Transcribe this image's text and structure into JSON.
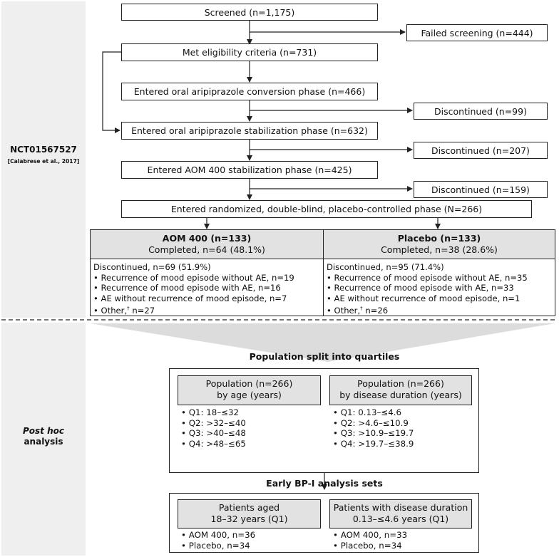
{
  "sidebar": {
    "trial_id": "NCT01567527",
    "citation": "[Calabrese et al., 2017]",
    "posthoc_line1": "Post hoc",
    "posthoc_line2": "analysis"
  },
  "flow": {
    "screened": "Screened (n=1,175)",
    "failed_screening": "Failed screening (n=444)",
    "eligible": "Met eligibility criteria (n=731)",
    "conversion": "Entered oral aripiprazole conversion phase (n=466)",
    "disc_conversion": "Discontinued (n=99)",
    "stabilization": "Entered oral aripiprazole stabilization phase (n=632)",
    "disc_stabilization": "Discontinued (n=207)",
    "aom_stabilization": "Entered AOM 400 stabilization phase (n=425)",
    "disc_aom": "Discontinued (n=159)",
    "randomized": "Entered randomized, double-blind, placebo-controlled phase (N=266)"
  },
  "arms": {
    "aom": {
      "title": "AOM 400 (n=133)",
      "completed": "Completed, n=64 (48.1%)",
      "discontinued": "Discontinued, n=69 (51.9%)",
      "items": [
        "• Recurrence of mood episode without AE, n=19",
        "• Recurrence of mood episode with AE, n=16",
        "• AE without recurrence of mood episode, n=7"
      ],
      "other_pre": "• Other,",
      "other_mark": "†",
      "other_post": " n=27"
    },
    "placebo": {
      "title": "Placebo (n=133)",
      "completed": "Completed, n=38 (28.6%)",
      "discontinued": "Discontinued, n=95 (71.4%)",
      "items": [
        "• Recurrence of mood episode without AE, n=35",
        "• Recurrence of mood episode with AE, n=33",
        "• AE without recurrence of mood episode, n=1"
      ],
      "other_pre": "• Other,",
      "other_mark": "†",
      "other_post": " n=26"
    }
  },
  "quartiles": {
    "title": "Population split into quartiles",
    "age": {
      "line1": "Population (n=266)",
      "line2": "by age (years)",
      "items": [
        "• Q1: 18–≤32",
        "• Q2: >32–≤40",
        "• Q3: >40–≤48",
        "• Q4: >48–≤65"
      ]
    },
    "duration": {
      "line1": "Population (n=266)",
      "line2": "by disease duration (years)",
      "items": [
        "• Q1: 0.13–≤4.6",
        "• Q2: >4.6–≤10.9",
        "• Q3: >10.9–≤19.7",
        "• Q4: >19.7–≤38.9"
      ]
    }
  },
  "early": {
    "title": "Early BP-I analysis sets",
    "age": {
      "line1": "Patients aged",
      "line2": "18–32 years (Q1)",
      "items": [
        "• AOM 400, n=36",
        "• Placebo, n=34"
      ]
    },
    "duration": {
      "line1": "Patients with disease duration",
      "line2": "0.13–≤4.6 years (Q1)",
      "items": [
        "• AOM 400, n=33",
        "• Placebo, n=34"
      ]
    }
  },
  "colors": {
    "shade": "#e2e2e2",
    "sidebar": "#efefef",
    "line": "#222222"
  }
}
